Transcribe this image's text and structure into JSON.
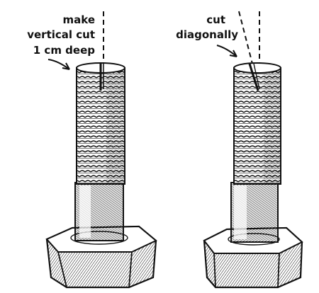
{
  "diagram": {
    "left_panel": {
      "caption_lines": [
        "make",
        "vertical cut",
        "1 cm deep"
      ]
    },
    "right_panel": {
      "caption_lines": [
        "cut",
        "diagonally"
      ]
    }
  },
  "colors": {
    "ink": "#111111",
    "paper": "#ffffff"
  }
}
